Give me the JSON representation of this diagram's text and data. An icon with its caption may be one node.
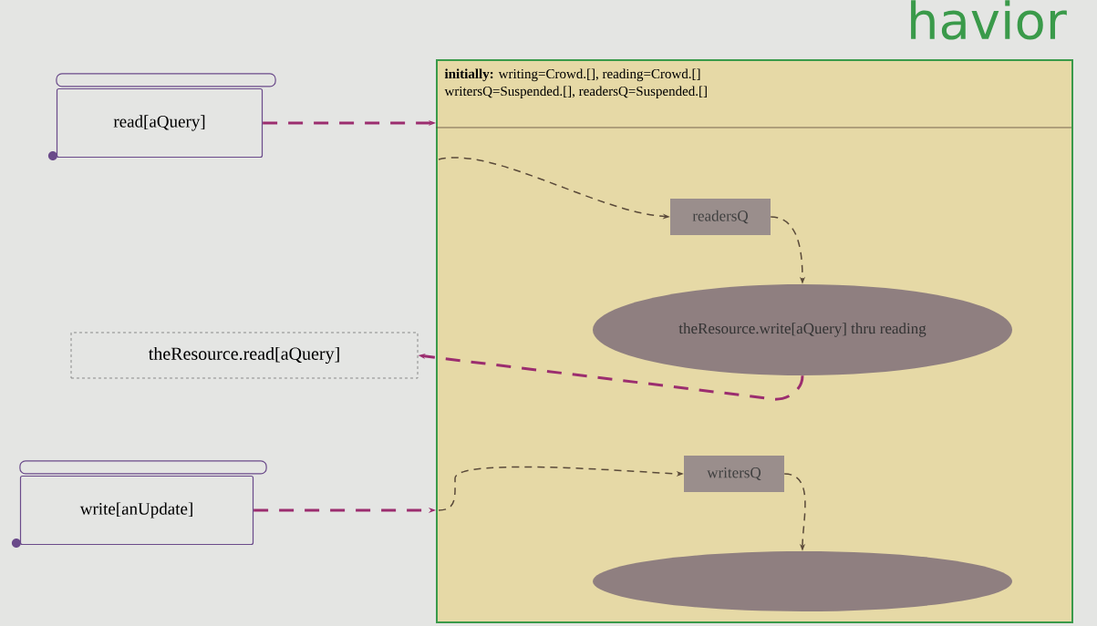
{
  "diagram": {
    "title": "havior",
    "nodes": [
      {
        "text": [
          "read[aQuery]"
        ]
      },
      {
        "text": [
          "theResource.read[aQuery]"
        ]
      },
      {
        "text": [
          "write[anUpdate]"
        ]
      },
      {
        "text": [
          "**initially:** writing=Crowd.[], reading=Crowd.[] writersQ=Suspended.[], readersQ=Suspended.[]"
        ]
      },
      {
        "text": [
          "readersQ"
        ],
        "in": 3
      },
      {
        "text": [
          "theResource.write[aQuery] thru reading"
        ],
        "in": 3
      },
      {
        "text": [
          "writersQ"
        ],
        "in": 3
      },
      {
        "text": [],
        "shape": "ellipse",
        "in": 3
      }
    ],
    "edges": [
      {
        "from": 0,
        "to": 3,
        "arrow": "to",
        "style": "dashed",
        "color": "#9b2d6f"
      },
      {
        "from": null,
        "to": 4,
        "arrow": "to",
        "style": "dashed"
      },
      {
        "from": 4,
        "to": 5,
        "arrow": "to",
        "style": "dashed"
      },
      {
        "from": 5,
        "to": 1,
        "arrow": "to",
        "style": "dashed",
        "color": "#9b2d6f"
      },
      {
        "from": 2,
        "to": 3,
        "arrow": "to",
        "style": "dashed",
        "color": "#9b2d6f"
      },
      {
        "from": null,
        "to": 6,
        "arrow": "to",
        "style": "dashed"
      },
      {
        "from": 6,
        "to": 7,
        "arrow": "to",
        "style": "dashed"
      }
    ]
  }
}
